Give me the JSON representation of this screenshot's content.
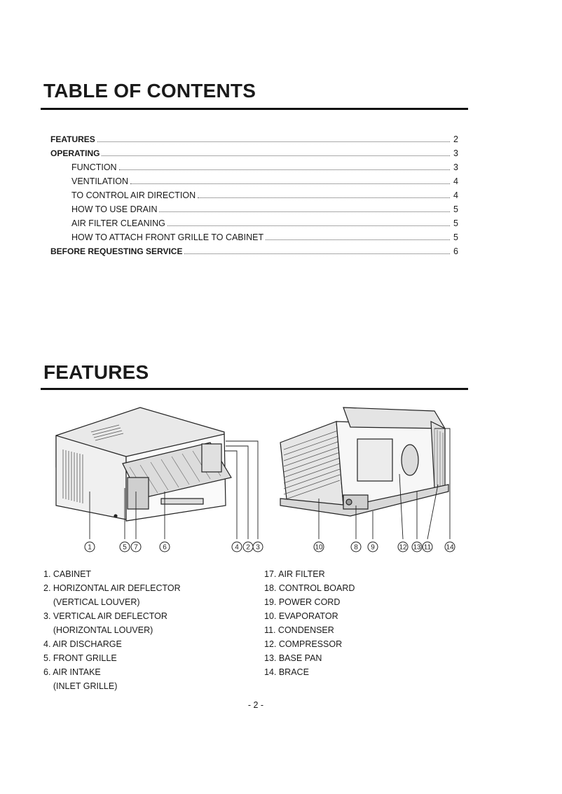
{
  "toc": {
    "title": "TABLE OF CONTENTS",
    "entries": [
      {
        "label": "FEATURES",
        "page": "2",
        "level": "main"
      },
      {
        "label": "OPERATING",
        "page": "3",
        "level": "main"
      },
      {
        "label": "FUNCTION",
        "page": "3",
        "level": "sub"
      },
      {
        "label": "VENTILATION",
        "page": "4",
        "level": "sub"
      },
      {
        "label": "TO CONTROL AIR DIRECTION",
        "page": "4",
        "level": "sub"
      },
      {
        "label": "HOW TO USE DRAIN",
        "page": "5",
        "level": "sub"
      },
      {
        "label": "AIR FILTER CLEANING",
        "page": "5",
        "level": "sub"
      },
      {
        "label": "HOW TO ATTACH FRONT GRILLE TO CABINET",
        "page": "5",
        "level": "sub"
      },
      {
        "label": "BEFORE REQUESTING SERVICE",
        "page": "6",
        "level": "main"
      }
    ]
  },
  "features": {
    "title": "FEATURES",
    "callouts_left": [
      "1",
      "5",
      "7",
      "6",
      "4",
      "2",
      "3"
    ],
    "callouts_right": [
      "10",
      "8",
      "9",
      "12",
      "13",
      "11",
      "14"
    ],
    "parts_left": [
      "1. CABINET",
      "2. HORIZONTAL AIR DEFLECTOR",
      "    (VERTICAL LOUVER)",
      "3. VERTICAL AIR DEFLECTOR",
      "    (HORIZONTAL LOUVER)",
      "4. AIR DISCHARGE",
      "5. FRONT GRILLE",
      "6. AIR INTAKE",
      "    (INLET GRILLE)"
    ],
    "parts_right": [
      "17. AIR FILTER",
      "18. CONTROL BOARD",
      "19. POWER CORD",
      "10. EVAPORATOR",
      "11. CONDENSER",
      "12. COMPRESSOR",
      "13. BASE PAN",
      "14. BRACE"
    ]
  },
  "footer": {
    "page_number": "- 2 -"
  }
}
